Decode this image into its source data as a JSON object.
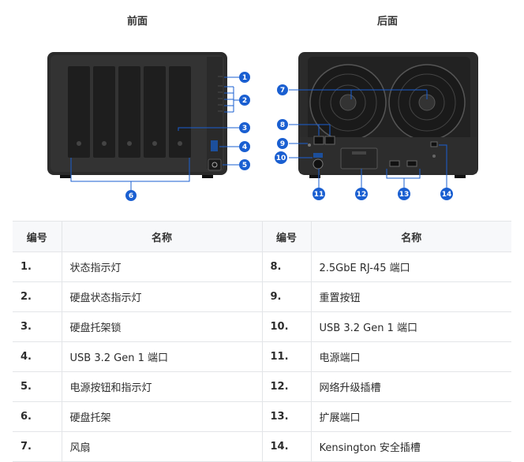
{
  "views": {
    "front_title": "前面",
    "back_title": "后面"
  },
  "callouts": [
    "1",
    "2",
    "3",
    "4",
    "5",
    "6",
    "7",
    "8",
    "9",
    "10",
    "11",
    "12",
    "13",
    "14"
  ],
  "colors": {
    "callout": "#1a5fd1",
    "device_body": "#2b2b2b",
    "table_header_bg": "#f7f8fa"
  },
  "table": {
    "headers": [
      "编号",
      "名称",
      "编号",
      "名称"
    ],
    "rows": [
      {
        "n1": "1.",
        "name1": "状态指示灯",
        "n2": "8.",
        "name2": "2.5GbE RJ-45 端口"
      },
      {
        "n1": "2.",
        "name1": "硬盘状态指示灯",
        "n2": "9.",
        "name2": "重置按钮"
      },
      {
        "n1": "3.",
        "name1": "硬盘托架锁",
        "n2": "10.",
        "name2": "USB 3.2 Gen 1 端口"
      },
      {
        "n1": "4.",
        "name1": "USB 3.2 Gen 1 端口",
        "n2": "11.",
        "name2": "电源端口"
      },
      {
        "n1": "5.",
        "name1": "电源按钮和指示灯",
        "n2": "12.",
        "name2": "网络升级插槽"
      },
      {
        "n1": "6.",
        "name1": "硬盘托架",
        "n2": "13.",
        "name2": "扩展端口"
      },
      {
        "n1": "7.",
        "name1": "风扇",
        "n2": "14.",
        "name2": "Kensington 安全插槽"
      }
    ]
  }
}
